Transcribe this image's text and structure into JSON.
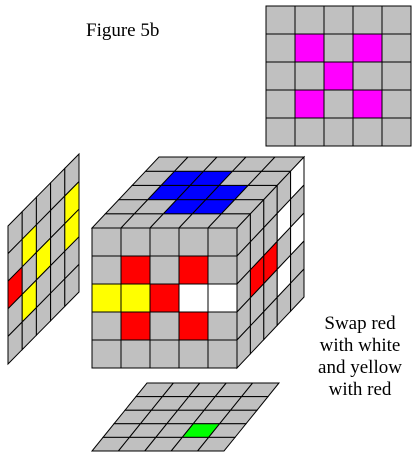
{
  "title": "Figure 5b",
  "caption": [
    "Swap red",
    "with white",
    "and yellow",
    "with red"
  ],
  "colors": {
    "gray": "#c0c0c0",
    "red": "#ff0000",
    "yellow": "#ffff00",
    "white": "#ffffff",
    "blue": "#0000ff",
    "green": "#00ff00",
    "magenta": "#ff00ff",
    "border": "#000000"
  },
  "faces": {
    "reference_pattern": [
      "ggggg",
      "gmgmg",
      "ggmgg",
      "gmgmg",
      "ggggg"
    ],
    "front": [
      "ggggg",
      "grgrg",
      "yyrww",
      "grgrg",
      "ggggg"
    ],
    "top": [
      "ggggg",
      "ggbbg",
      "gbbbg",
      "gbbgg",
      "ggggg"
    ],
    "right": [
      "ggggw",
      "gggwg",
      "grrgw",
      "gggwg",
      "ggggg"
    ],
    "left": [
      "ggggg",
      "gyggy",
      "rgygy",
      "gyggg",
      "ggggg"
    ],
    "bottom": [
      "ggggg",
      "ggggg",
      "ggggg",
      "gggng",
      "ggggg"
    ]
  }
}
